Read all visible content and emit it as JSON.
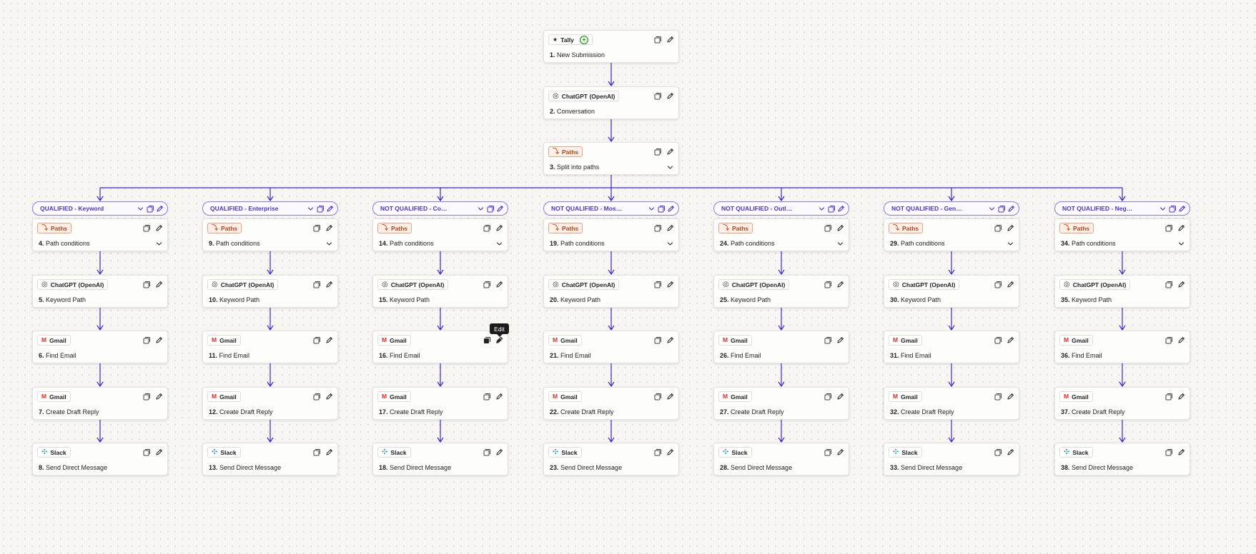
{
  "colors": {
    "connector": "#3d24d1",
    "branch_text": "#4c33d9",
    "paths_chip_bg": "#fff1ea",
    "paths_chip_border": "#f0a27f"
  },
  "trigger_steps": [
    {
      "number": "1.",
      "title": "New Submission",
      "app": "Tally",
      "icon": "tally-icon",
      "badge": "plus",
      "chevron": false
    },
    {
      "number": "2.",
      "title": "Conversation",
      "app": "ChatGPT (OpenAI)",
      "icon": "openai-icon",
      "badge": "",
      "chevron": false
    },
    {
      "number": "3.",
      "title": "Split into paths",
      "app": "Paths",
      "icon": "paths-icon",
      "badge": "",
      "chevron": true
    }
  ],
  "branches": [
    {
      "label": "QUALIFIED - Keyword",
      "steps": [
        {
          "number": "4.",
          "title": "Path conditions",
          "app": "Paths",
          "icon": "paths-icon",
          "chevron": true
        },
        {
          "number": "5.",
          "title": "Keyword Path",
          "app": "ChatGPT (OpenAI)",
          "icon": "openai-icon"
        },
        {
          "number": "6.",
          "title": "Find Email",
          "app": "Gmail",
          "icon": "gmail-icon"
        },
        {
          "number": "7.",
          "title": "Create Draft Reply",
          "app": "Gmail",
          "icon": "gmail-icon"
        },
        {
          "number": "8.",
          "title": "Send Direct Message",
          "app": "Slack",
          "icon": "slack-icon"
        }
      ]
    },
    {
      "label": "QUALIFIED - Enterprise",
      "steps": [
        {
          "number": "9.",
          "title": "Path conditions",
          "app": "Paths",
          "icon": "paths-icon",
          "chevron": true
        },
        {
          "number": "10.",
          "title": "Keyword Path",
          "app": "ChatGPT (OpenAI)",
          "icon": "openai-icon"
        },
        {
          "number": "11.",
          "title": "Find Email",
          "app": "Gmail",
          "icon": "gmail-icon"
        },
        {
          "number": "12.",
          "title": "Create Draft Reply",
          "app": "Gmail",
          "icon": "gmail-icon"
        },
        {
          "number": "13.",
          "title": "Send Direct Message",
          "app": "Slack",
          "icon": "slack-icon"
        }
      ]
    },
    {
      "label": "NOT QUALIFIED - Combined ...",
      "steps": [
        {
          "number": "14.",
          "title": "Path conditions",
          "app": "Paths",
          "icon": "paths-icon",
          "chevron": true
        },
        {
          "number": "15.",
          "title": "Keyword Path",
          "app": "ChatGPT (OpenAI)",
          "icon": "openai-icon"
        },
        {
          "number": "16.",
          "title": "Find Email",
          "app": "Gmail",
          "icon": "gmail-icon",
          "hovered": true
        },
        {
          "number": "17.",
          "title": "Create Draft Reply",
          "app": "Gmail",
          "icon": "gmail-icon"
        },
        {
          "number": "18.",
          "title": "Send Direct Message",
          "app": "Slack",
          "icon": "slack-icon"
        }
      ]
    },
    {
      "label": "NOT QUALIFIED - Mostly Wi...",
      "steps": [
        {
          "number": "19.",
          "title": "Path conditions",
          "app": "Paths",
          "icon": "paths-icon",
          "chevron": true
        },
        {
          "number": "20.",
          "title": "Keyword Path",
          "app": "ChatGPT (OpenAI)",
          "icon": "openai-icon"
        },
        {
          "number": "21.",
          "title": "Find Email",
          "app": "Gmail",
          "icon": "gmail-icon"
        },
        {
          "number": "22.",
          "title": "Create Draft Reply",
          "app": "Gmail",
          "icon": "gmail-icon"
        },
        {
          "number": "23.",
          "title": "Send Direct Message",
          "app": "Slack",
          "icon": "slack-icon"
        }
      ]
    },
    {
      "label": "NOT QUALIFIED - Outlook/T...",
      "steps": [
        {
          "number": "24.",
          "title": "Path conditions",
          "app": "Paths",
          "icon": "paths-icon",
          "chevron": true
        },
        {
          "number": "25.",
          "title": "Keyword Path",
          "app": "ChatGPT (OpenAI)",
          "icon": "openai-icon"
        },
        {
          "number": "26.",
          "title": "Find Email",
          "app": "Gmail",
          "icon": "gmail-icon"
        },
        {
          "number": "27.",
          "title": "Create Draft Reply",
          "app": "Gmail",
          "icon": "gmail-icon"
        },
        {
          "number": "28.",
          "title": "Send Direct Message",
          "app": "Slack",
          "icon": "slack-icon"
        }
      ]
    },
    {
      "label": "NOT QUALIFIED - General Re...",
      "steps": [
        {
          "number": "29.",
          "title": "Path conditions",
          "app": "Paths",
          "icon": "paths-icon",
          "chevron": true
        },
        {
          "number": "30.",
          "title": "Keyword Path",
          "app": "ChatGPT (OpenAI)",
          "icon": "openai-icon"
        },
        {
          "number": "31.",
          "title": "Find Email",
          "app": "Gmail",
          "icon": "gmail-icon"
        },
        {
          "number": "32.",
          "title": "Create Draft Reply",
          "app": "Gmail",
          "icon": "gmail-icon"
        },
        {
          "number": "33.",
          "title": "Send Direct Message",
          "app": "Slack",
          "icon": "slack-icon"
        }
      ]
    },
    {
      "label": "NOT QUALIFIED - Negative S...",
      "steps": [
        {
          "number": "34.",
          "title": "Path conditions",
          "app": "Paths",
          "icon": "paths-icon",
          "chevron": true
        },
        {
          "number": "35.",
          "title": "Keyword Path",
          "app": "ChatGPT (OpenAI)",
          "icon": "openai-icon"
        },
        {
          "number": "36.",
          "title": "Find Email",
          "app": "Gmail",
          "icon": "gmail-icon"
        },
        {
          "number": "37.",
          "title": "Create Draft Reply",
          "app": "Gmail",
          "icon": "gmail-icon"
        },
        {
          "number": "38.",
          "title": "Send Direct Message",
          "app": "Slack",
          "icon": "slack-icon"
        }
      ]
    }
  ],
  "tooltip": {
    "text": "Edit"
  }
}
